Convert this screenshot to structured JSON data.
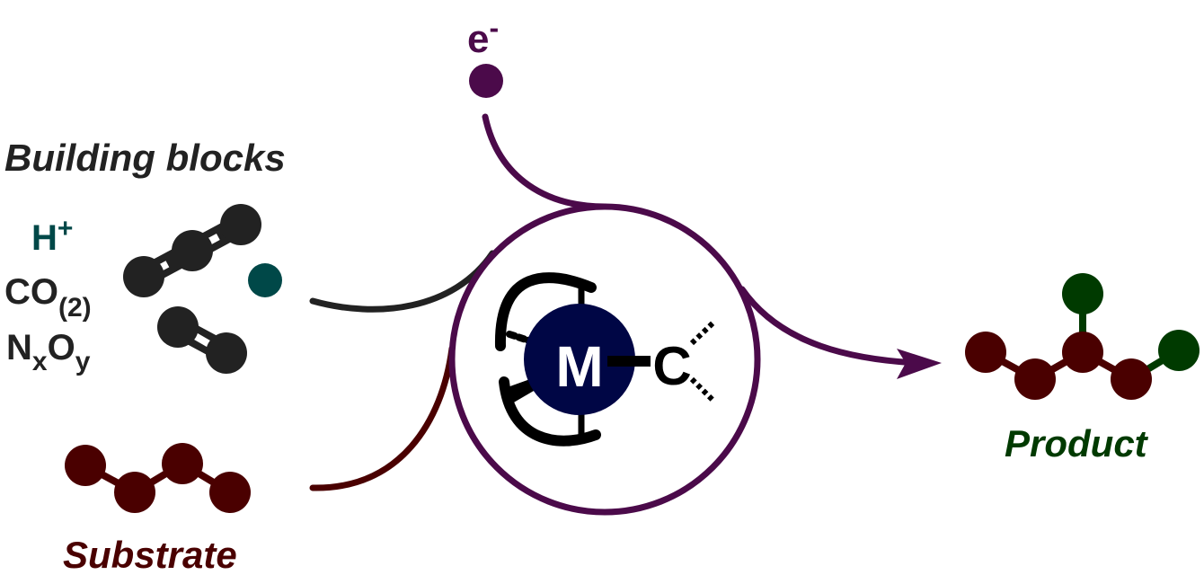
{
  "labels": {
    "building_blocks": "Building blocks",
    "proton": {
      "base": "H",
      "sup": "+"
    },
    "carbon_oxide": {
      "base": "CO",
      "sub": "(2)"
    },
    "nitrogen_oxide": {
      "n": "N",
      "x": "x",
      "o": "O",
      "y": "y"
    },
    "electron": {
      "base": "e",
      "sup": "-"
    },
    "metal": "M",
    "carbon": "C",
    "product": "Product",
    "substrate": "Substrate"
  },
  "colors": {
    "electron_path": "#4b0a4a",
    "substrate": "#4a0000",
    "product_branch": "#003a00",
    "proton": "#004848",
    "metal": "#000645",
    "building_block": "#222222"
  }
}
